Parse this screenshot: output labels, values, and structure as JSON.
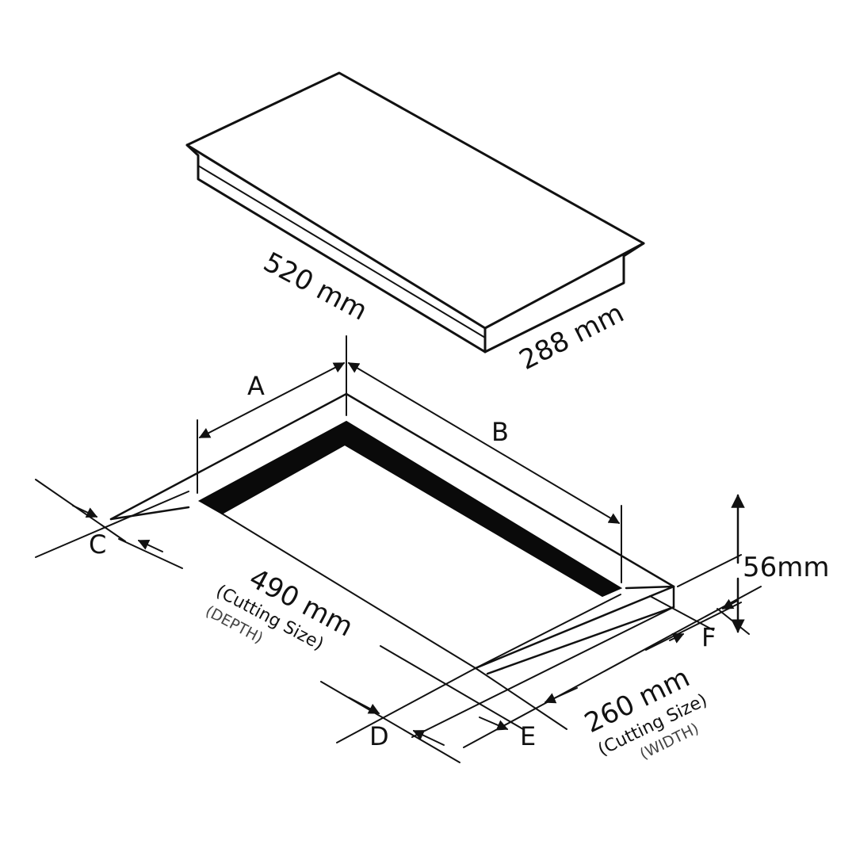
{
  "diagram": {
    "hob": {
      "length_label": "520 mm",
      "width_label": "288 mm"
    },
    "cutout": {
      "dim_a": "A",
      "dim_b": "B",
      "dim_c": "C",
      "dim_d": "D",
      "dim_e": "E",
      "dim_f": "F",
      "height_label": "56mm",
      "depth": {
        "value": "490 mm",
        "note": "(Cutting Size)",
        "axis": "(DEPTH)"
      },
      "width": {
        "value": "260 mm",
        "note": "(Cutting Size)",
        "axis": "(WIDTH)"
      }
    },
    "colors": {
      "line": "#111111",
      "recess": "#0a0a0a",
      "background": "#ffffff"
    }
  }
}
